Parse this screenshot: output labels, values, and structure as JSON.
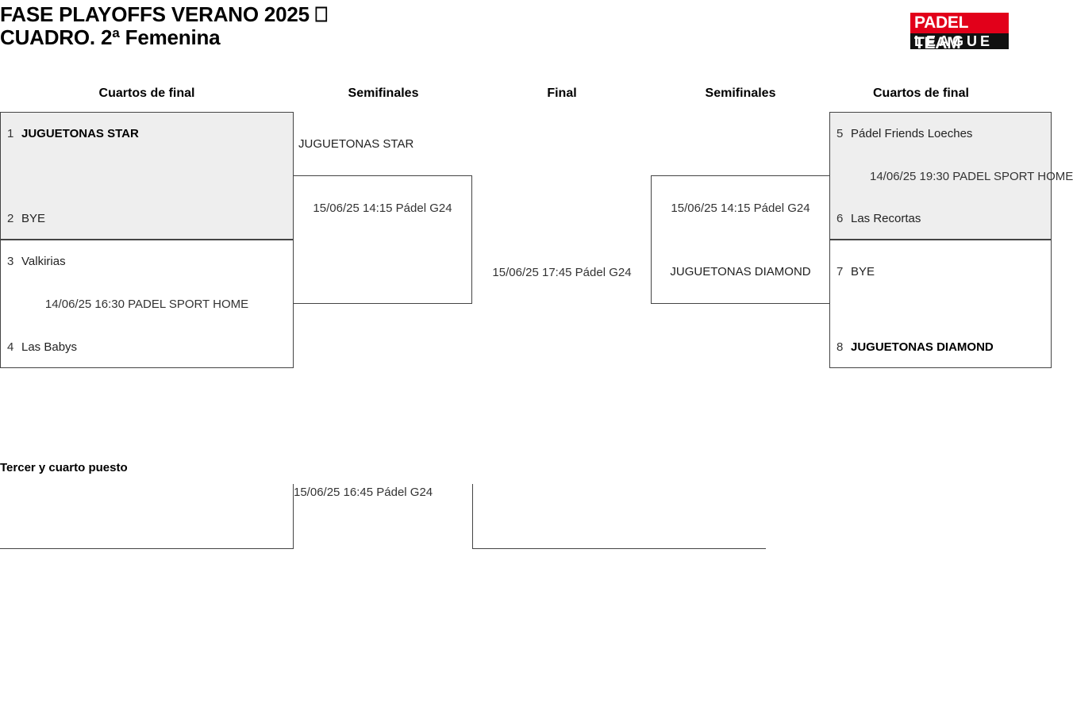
{
  "header": {
    "title": "FASE PLAYOFFS VERANO 2025 ⎕\nCUADRO. 2ª Femenina",
    "title_line1": "FASE PLAYOFFS VERANO 2025 ⎕",
    "title_line2": "CUADRO. 2ª Femenina",
    "logo": {
      "top_text": "PADEL TEAM",
      "bottom_text": "LEAGUE",
      "red": "#e2001a",
      "black": "#111111"
    }
  },
  "rounds": {
    "left_quarters": "Cuartos de final",
    "left_semis": "Semifinales",
    "final": "Final",
    "right_semis": "Semifinales",
    "right_quarters": "Cuartos de final"
  },
  "bracket": {
    "left_quarterfinals": [
      {
        "shaded": true,
        "top": {
          "seed": "1",
          "team": "JUGUETONAS STAR",
          "winner": true
        },
        "bottom": {
          "seed": "2",
          "team": "BYE",
          "winner": false
        },
        "meta": ""
      },
      {
        "shaded": false,
        "top": {
          "seed": "3",
          "team": "Valkirias",
          "winner": false
        },
        "bottom": {
          "seed": "4",
          "team": "Las Babys",
          "winner": false
        },
        "meta": "14/06/25 16:30 PADEL SPORT HOME"
      }
    ],
    "right_quarterfinals": [
      {
        "shaded": true,
        "top": {
          "seed": "5",
          "team": "Pádel Friends Loeches",
          "winner": false
        },
        "bottom": {
          "seed": "6",
          "team": "Las Recortas",
          "winner": false
        },
        "meta": "14/06/25 19:30 PADEL SPORT HOME"
      },
      {
        "shaded": false,
        "top": {
          "seed": "7",
          "team": "BYE",
          "winner": false
        },
        "bottom": {
          "seed": "8",
          "team": "JUGUETONAS DIAMOND",
          "winner": true
        },
        "meta": ""
      }
    ],
    "left_semifinal": {
      "advancing_team": "JUGUETONAS STAR",
      "meta": "15/06/25 14:15 Pádel G24"
    },
    "right_semifinal": {
      "advancing_team": "JUGUETONAS DIAMOND",
      "meta": "15/06/25 14:15 Pádel G24"
    },
    "final_match": {
      "meta": "15/06/25 17:45 Pádel G24"
    }
  },
  "third_place": {
    "title": "Tercer y cuarto puesto",
    "meta": "15/06/25 16:45 Pádel G24"
  },
  "colors": {
    "shaded_row": "#eeeeee",
    "border": "#444444",
    "text": "#222222",
    "accent_red": "#e2001a"
  }
}
